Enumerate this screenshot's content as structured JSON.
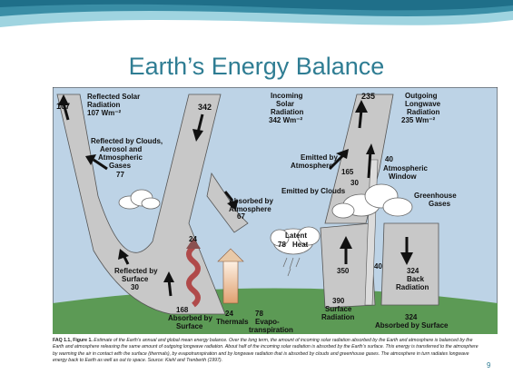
{
  "slide": {
    "title": "Earth’s Energy Balance",
    "page_number": "9"
  },
  "diagram": {
    "reflected_solar": {
      "value": "107",
      "label_line1": "Reflected Solar",
      "label_line2": "Radiation",
      "label_line3": "107 Wm⁻²"
    },
    "incoming_solar": {
      "value": "342",
      "label_line1": "Incoming",
      "label_line2": "Solar",
      "label_line3": "Radiation",
      "label_line4": "342 Wm⁻²"
    },
    "outgoing_longwave": {
      "value": "235",
      "label_line1": "Outgoing",
      "label_line2": "Longwave",
      "label_line3": "Radiation",
      "label_line4": "235 Wm⁻²"
    },
    "reflected_clouds": {
      "line1": "Reflected by Clouds,",
      "line2": "Aerosol and",
      "line3": "Atmospheric",
      "line4": "Gases",
      "value": "77"
    },
    "emitted_atmosphere": {
      "line1": "Emitted by",
      "line2": "Atmosphere",
      "value": "165"
    },
    "atmospheric_window": {
      "value": "40",
      "line1": "Atmospheric",
      "line2": "Window"
    },
    "emitted_clouds": {
      "label": "Emitted by Clouds",
      "value": "30"
    },
    "greenhouse": {
      "line1": "Greenhouse",
      "line2": "Gases"
    },
    "absorbed_atmosphere": {
      "line1": "Absorbed by",
      "line2": "Atmosphere",
      "value": "67"
    },
    "latent_heat": {
      "line1": "Latent",
      "value": "78",
      "line2": "Heat"
    },
    "thermals_value": "24",
    "surface_radiation_value": "350",
    "window_up_value": "40",
    "back_radiation": {
      "value": "324",
      "line1": "Back",
      "line2": "Radiation"
    },
    "reflected_surface": {
      "line1": "Reflected by",
      "line2": "Surface",
      "value": "30"
    },
    "absorbed_surface_left": {
      "value": "168",
      "line1": "Absorbed by",
      "line2": "Surface"
    },
    "thermals": {
      "value": "24",
      "label": "Thermals"
    },
    "evapo": {
      "value": "78",
      "line1": "Evapo-",
      "line2": "transpiration"
    },
    "surface_radiation": {
      "value": "390",
      "line1": "Surface",
      "line2": "Radiation"
    },
    "absorbed_surface_right": {
      "value": "324",
      "label": "Absorbed by Surface"
    }
  },
  "caption": {
    "lead": "FAQ 1.1, Figure 1.",
    "text": "Estimate of the Earth’s annual and global mean energy balance. Over the long term, the amount of incoming solar radiation absorbed by the Earth and atmosphere is balanced by the Earth and atmosphere releasing the same amount of outgoing longwave radiation. About half of the incoming solar radiation is absorbed by the Earth’s surface. This energy is transferred to the atmosphere by warming the air in contact with the surface (thermals), by evapotranspiration and by longwave radiation that is absorbed by clouds and greenhouse gases. The atmosphere in turn radiates longwave energy back to Earth as well as out to space. Source: Kiehl and Trenberth (1997)."
  },
  "colors": {
    "title": "#2f7d93",
    "sky": "#bdd3e6",
    "band": "#c8c8c8",
    "ground": "#5c9a55"
  }
}
